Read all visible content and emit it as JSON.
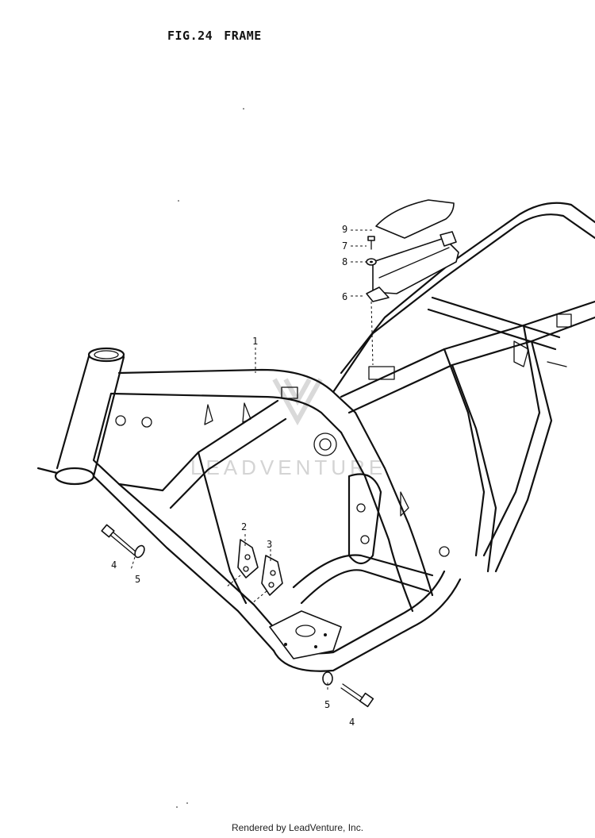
{
  "figure": {
    "number": "FIG.24",
    "name": "FRAME"
  },
  "callouts": [
    {
      "id": "1",
      "label": "1"
    },
    {
      "id": "2",
      "label": "2"
    },
    {
      "id": "3",
      "label": "3"
    },
    {
      "id": "4a",
      "label": "4"
    },
    {
      "id": "5a",
      "label": "5"
    },
    {
      "id": "4b",
      "label": "4"
    },
    {
      "id": "5b",
      "label": "5"
    },
    {
      "id": "6",
      "label": "6"
    },
    {
      "id": "7",
      "label": "7"
    },
    {
      "id": "8",
      "label": "8"
    },
    {
      "id": "9",
      "label": "9"
    }
  ],
  "watermark": {
    "text": "LEADVENTURE"
  },
  "footer": {
    "credit": "Rendered by LeadVenture, Inc."
  }
}
